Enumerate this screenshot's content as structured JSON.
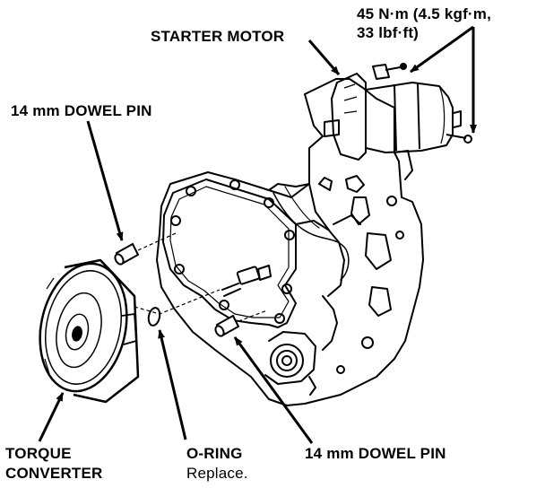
{
  "labels": {
    "torque_spec_line1": "45 N·m (4.5 kgf·m,",
    "torque_spec_line2": "33 lbf·ft)",
    "starter_motor": "STARTER MOTOR",
    "dowel_pin_upper": "14 mm DOWEL PIN",
    "torque_converter_line1": "TORQUE",
    "torque_converter_line2": "CONVERTER",
    "o_ring": "O-RING",
    "o_ring_note": "Replace.",
    "dowel_pin_lower": "14 mm DOWEL PIN"
  },
  "colors": {
    "ink": "#000000",
    "paper": "#ffffff"
  }
}
